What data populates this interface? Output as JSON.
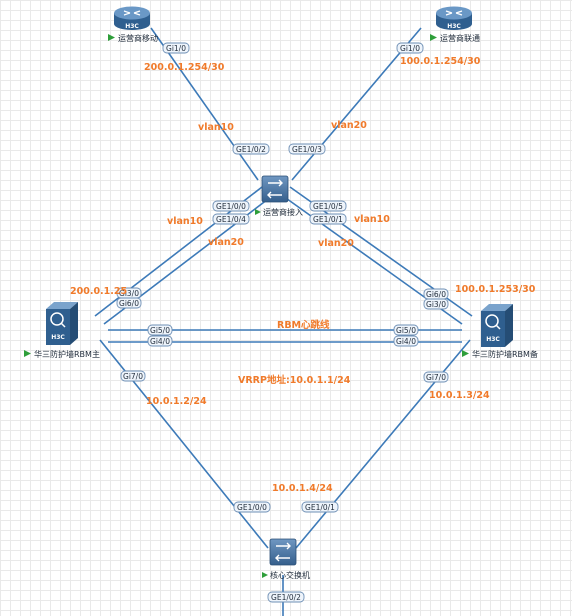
{
  "devices": {
    "mobile_router": "运营商移动",
    "unicom_router": "运营商联通",
    "access_switch": "运营商接入",
    "fw_master": "华三防护墙RBM主",
    "fw_backup": "华三防护墙RBM备",
    "core_switch": "核心交换机",
    "brand": "H3C"
  },
  "ports": {
    "mobile_gi": "Gi1/0",
    "unicom_gi": "Gi1/0",
    "acc_ge102": "GE1/0/2",
    "acc_ge103": "GE1/0/3",
    "acc_ge100": "GE1/0/0",
    "acc_ge104": "GE1/0/4",
    "acc_ge105": "GE1/0/5",
    "acc_ge101": "GE1/0/1",
    "fwm_gi30": "Gi3/0",
    "fwm_gi60": "Gi6/0",
    "fwm_gi50": "Gi5/0",
    "fwm_gi40": "Gi4/0",
    "fwm_gi70": "Gi7/0",
    "fwb_gi60": "Gi6/0",
    "fwb_gi30": "Gi3/0",
    "fwb_gi50": "Gi5/0",
    "fwb_gi40": "Gi4/0",
    "fwb_gi70": "Gi7/0",
    "core_ge100": "GE1/0/0",
    "core_ge101": "GE1/0/1",
    "core_ge102": "GE1/0/2"
  },
  "labels": {
    "mobile_ip": "200.0.1.254/30",
    "unicom_ip": "100.0.1.254/30",
    "vlan10_top": "vlan10",
    "vlan20_top": "vlan20",
    "vlan10_left": "vlan10",
    "vlan20_left": "vlan20",
    "vlan10_right": "vlan10",
    "vlan20_right": "vlan20",
    "fwm_ip": "200.0.1.25",
    "fwb_ip": "100.0.1.253/30",
    "rbm_heartbeat": "RBM心跳线",
    "vrrp": "VRRP地址:10.0.1.1/24",
    "fwm_inside_ip": "10.0.1.2/24",
    "fwb_inside_ip": "10.0.1.3/24",
    "core_ip": "10.0.1.4/24"
  },
  "colors": {
    "link": "#3d7ab8",
    "label": "#f07a2a",
    "device": "#3f6b96",
    "arrow": "#2e9e3a"
  },
  "icons": {
    "router": "router-icon",
    "switch": "switch-icon",
    "firewall": "firewall-icon"
  }
}
